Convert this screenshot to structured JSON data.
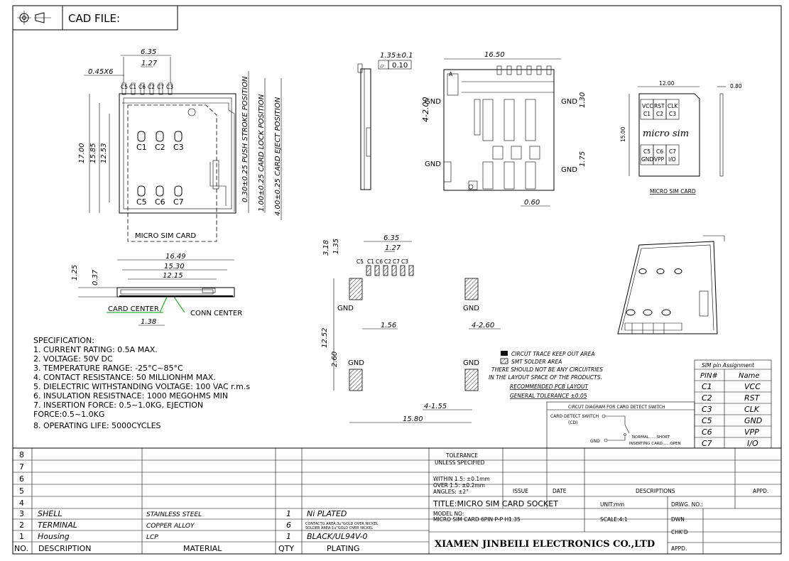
{
  "header": {
    "cad_file": "CAD FILE:"
  },
  "dims_front": {
    "w635": "6.35",
    "w127": "1.27",
    "pins": "0.45X6",
    "h1700": "17.00",
    "h1585": "15.85",
    "h1253": "12.53",
    "push": "0.30±0.25 PUSH STROKE POSITION",
    "lock": "1.00±0.25 CARD LOCK POSITION",
    "eject": "4.00±0.25 CARD EJECT POSITION",
    "card_label": "MICRO SIM CARD",
    "pin_top": [
      "C5",
      "C1",
      "C6",
      "C2",
      "C7",
      "C3"
    ],
    "contacts_top": [
      "C1",
      "C2",
      "C3"
    ],
    "contacts_bottom": [
      "C5",
      "C6",
      "C7"
    ]
  },
  "dims_side": {
    "w1649": "16.49",
    "w1530": "15.30",
    "w1215": "12.15",
    "h125": "1.25",
    "h037": "0.37",
    "w138": "1.38",
    "card_center": "CARD CENTER",
    "conn_center": "CONN CENTER"
  },
  "dims_profile": {
    "t135": "1.35±0.1",
    "flat": "0.10",
    "flat_sym": "⏥"
  },
  "dims_top": {
    "w1650": "16.50",
    "gnd": "GND",
    "h130": "1.30",
    "h4200": "4-2.00",
    "h175": "1.75",
    "w060": "0.60",
    "mark": "A"
  },
  "sim_card": {
    "w1200": "12.00",
    "h1500": "15.00",
    "t080": "0.80",
    "cells_top": [
      [
        "VCC",
        "C1"
      ],
      [
        "RST",
        "C2"
      ],
      [
        "CLK",
        "C3"
      ]
    ],
    "cells_bottom": [
      [
        "C5",
        "GND"
      ],
      [
        "C6",
        "VPP"
      ],
      [
        "C7",
        "I/O"
      ]
    ],
    "logo": "micro sim",
    "caption": "MICRO SIM CARD"
  },
  "pcb": {
    "w635": "6.35",
    "w127": "1.27",
    "h318": "3.18",
    "h135": "1.35",
    "h1252": "12.52",
    "h260": "2.60",
    "w156": "1.56",
    "w4260": "4-2.60",
    "w4155": "4-1.55",
    "w1580": "15.80",
    "gnd": "GND",
    "pin_labels": [
      "C5",
      "C1",
      "C6",
      "C2",
      "C7",
      "C3"
    ]
  },
  "legend": {
    "keepout": "CIRCUT TRACE KEEP OUT AREA",
    "smt": "SMT SOLDER AREA",
    "note1": "THERE SHOULD NOT BE ANY CIRCUITRIES",
    "note2": "IN THE LAYOUT SPACE OF THE PRODUCTS.",
    "rec": "RECOMMENDED PCB LAYOUT",
    "tol": "GENERAL TOLERANCE ±0.05"
  },
  "circuit": {
    "title": "CIRCUT DIAGRAM FOR CARD DETECT SWITCH",
    "switch": "CARD DETECT SWITCH",
    "cd": "(CD)",
    "gnd": "GND",
    "normal": "NORMAL......SHORT",
    "inserting": "INSERTING CARD......OPEN"
  },
  "pin_table": {
    "title": "SIM pin Assignment",
    "h_pin": "PIN#",
    "h_name": "Name",
    "rows": [
      [
        "C1",
        "VCC"
      ],
      [
        "C2",
        "RST"
      ],
      [
        "C3",
        "CLK"
      ],
      [
        "C5",
        "GND"
      ],
      [
        "C6",
        "VPP"
      ],
      [
        "C7",
        "I/O"
      ]
    ]
  },
  "spec": {
    "title": "SPECIFICATION:",
    "lines": [
      "1. CURRENT RATING: 0.5A MAX.",
      "2. VOLTAGE: 50V DC",
      "3. TEMPERATURE RANGE: -25°C~85°C",
      "4. CONTACT RESISTANCE: 50 MILLIONHM MAX.",
      "5. DIELECTRIC WITHSTANDING VOLTAGE: 100 VAC r.m.s",
      "6. INSULATION RESISTNACE: 1000 MEGOHMS MIN",
      "7. INSERTION FORCE: 0.5~1.0KG, EJECTION",
      "FORCE:0.5~1.0KG",
      "8. OPERATING LIFE:  5000CYCLES"
    ]
  },
  "bom": {
    "row_nums": [
      "8",
      "7",
      "6",
      "5",
      "4",
      "3",
      "2",
      "1"
    ],
    "items": [
      {
        "no": "3",
        "desc": "SHELL",
        "mat": "STAINLESS STEEL",
        "qty": "1",
        "plat": "Ni PLATED"
      },
      {
        "no": "2",
        "desc": "TERMINAL",
        "mat": "COPPER ALLOY",
        "qty": "6",
        "plat1": "CONTACTG AREA:3u\"GOLD OVER NICKEL",
        "plat2": "SOLDER AREA:1u\"GOLD OVER NICKEL"
      },
      {
        "no": "1",
        "desc": "Housing",
        "mat": "LCP",
        "qty": "1",
        "plat": "BLACK/UL94V-0"
      }
    ],
    "h_no": "NO.",
    "h_desc": "DESCRIPTION",
    "h_mat": "MATERIAL",
    "h_qty": "QTY",
    "h_plat": "PLATING"
  },
  "title_block": {
    "tol1": "TOLERANCE",
    "tol2": "UNLESS SPECIFIED",
    "w1": "WITHIN 1.5: ±0.1mm",
    "w2": "OVER 1.5:  ±0.2mm",
    "w3": "ANGLES: ±2°",
    "issue": "ISSUE",
    "date": "DATE",
    "descriptions": "DESCRIPTIONS",
    "appd": "APPD.",
    "title": "TITLE:MICRO SIM CARD SOCKET",
    "unit": "UNIT:mm",
    "drwg": "DRWG. NO.:",
    "model1": "MODEL NO:",
    "model2": "MICRO SIM CARD 6PIN P-P H1.35",
    "scale": "SCALE:4:1",
    "dwn": "DWN",
    "chkd": "CHK'D",
    "company": "XIAMEN JINBEILI ELECTRONICS CO.,LTD",
    "appd2": "APPD."
  }
}
